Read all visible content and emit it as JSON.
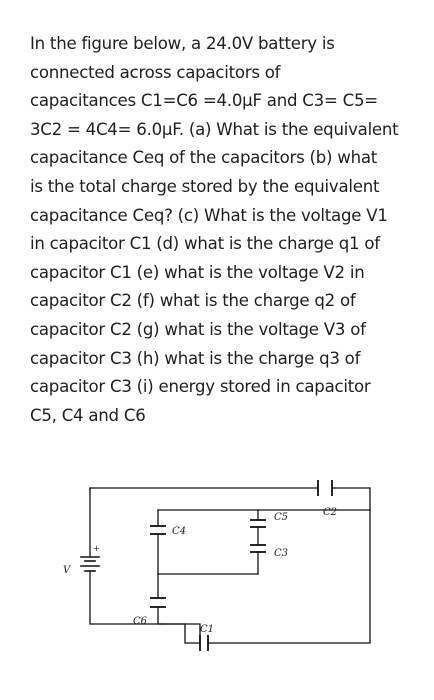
{
  "problem": {
    "lines": [
      "In the figure below, a 24.0V battery is",
      "connected across capacitors of",
      "capacitances C1=C6 =4.0μF and C3= C5=",
      "3C2 = 4C4= 6.0μF. (a) What is the equivalent",
      "capacitance Ceq of the capacitors (b) what",
      "is the total charge stored by the equivalent",
      "capacitance Ceq? (c) What is the voltage V1",
      "in capacitor C1 (d) what is the charge q1 of",
      "capacitor C1 (e) what is the voltage V2 in",
      "capacitor C2 (f) what is the charge q2 of",
      "capacitor C2 (g) what is the voltage V3 of",
      "capacitor C3 (h) what is the charge q3 of",
      "capacitor C3 (i) energy stored in capacitor",
      "C5, C4 and C6"
    ]
  },
  "figure": {
    "labels": {
      "battery": "V",
      "c1": "C1",
      "c2": "C2",
      "c3": "C3",
      "c4": "C4",
      "c5": "C5",
      "c6": "C6"
    }
  }
}
